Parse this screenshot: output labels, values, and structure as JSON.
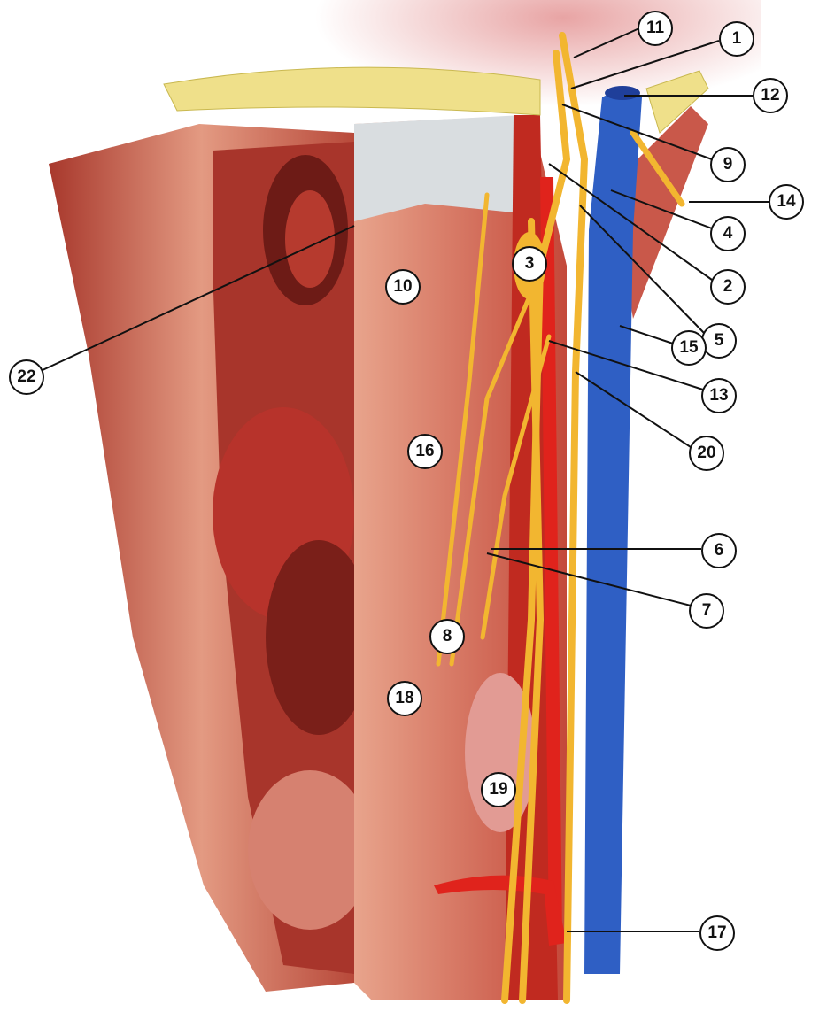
{
  "figure": {
    "labels": [
      "1",
      "2",
      "3",
      "4",
      "5",
      "6",
      "7",
      "8",
      "9",
      "10",
      "11",
      "12",
      "13",
      "14",
      "15",
      "16",
      "17",
      "18",
      "19",
      "20",
      "22"
    ]
  },
  "colors": {
    "muscle": "#c9584a",
    "bone": "#efe08a",
    "vein": "#2f5fc4",
    "nerve": "#f2b630",
    "artery": "#e0231c",
    "tissue_dark": "#8c2a22"
  }
}
